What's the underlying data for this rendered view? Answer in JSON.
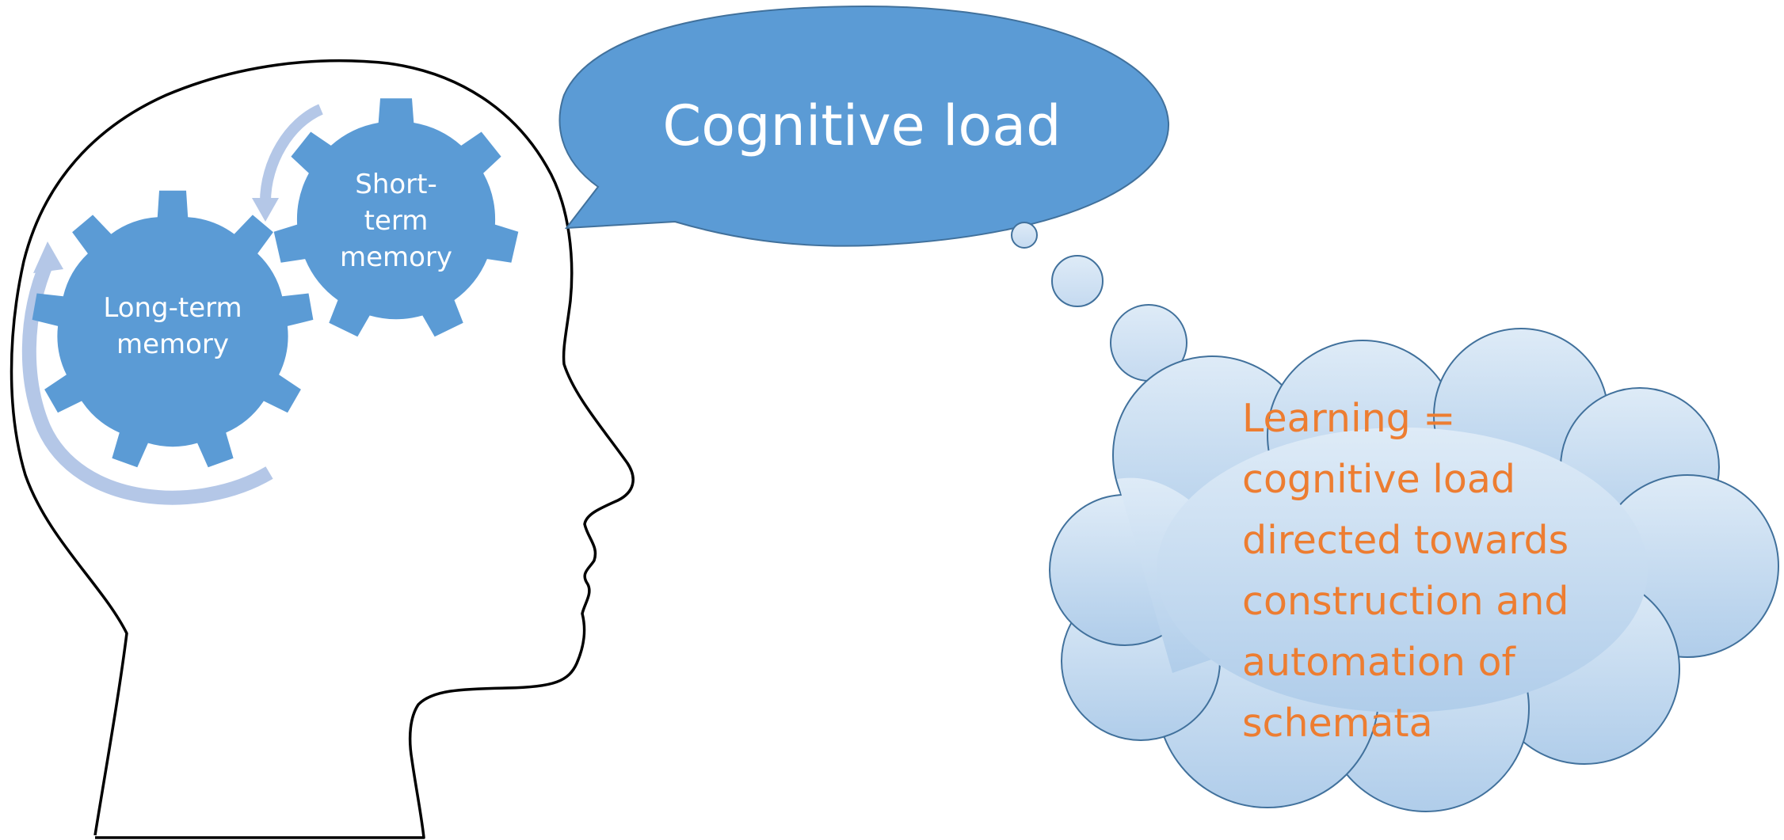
{
  "diagram": {
    "speech_bubble": {
      "text": "Cognitive load",
      "fill_color": "#5B9BD5",
      "text_color": "#ffffff"
    },
    "gears": {
      "short_term": {
        "lines": [
          "Short-",
          "term",
          "memory"
        ]
      },
      "long_term": {
        "lines": [
          "Long-term",
          "memory"
        ]
      },
      "fill_color": "#5B9BD5",
      "arrow_color": "#B4C7E7"
    },
    "thought_cloud": {
      "lines": [
        "Learning =",
        "cognitive load",
        "directed towards",
        "construction and",
        "automation of",
        "schemata"
      ],
      "text_color": "#ED7D31",
      "fill_top": "#DEEBF7",
      "fill_bottom": "#B0CDEA"
    },
    "head_outline_color": "#000000"
  }
}
